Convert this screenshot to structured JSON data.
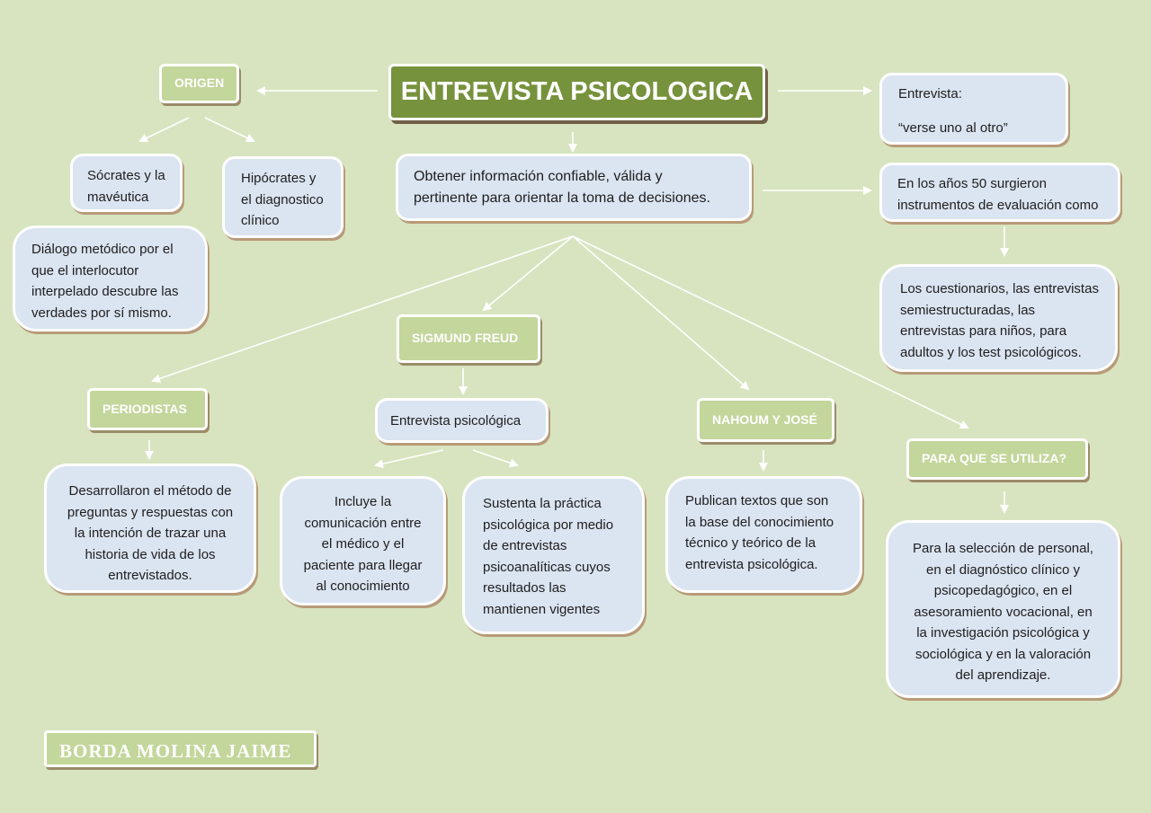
{
  "colors": {
    "background": "#d7e4bf",
    "title_fill": "#76923c",
    "label_fill": "#c3d69b",
    "content_fill": "#dbe4f1",
    "border": "#ffffff",
    "arrow": "#ffffff"
  },
  "title": "ENTREVISTA PSICOLOGICA",
  "origen": {
    "label": "ORIGEN",
    "socrates": "Sócrates y la\nmavéutica",
    "hipocrates": "Hipócrates y\nel diagnostico\nclínico",
    "dialogo": " Diálogo metódico por el\nque el interlocutor\ninterpelado descubre las\nverdades por sí mismo."
  },
  "entrevista_def": "Entrevista:\n\n“verse uno al otro”",
  "objetivo": "Obtener información confiable, válida y\npertinente para orientar la toma de decisiones.",
  "anios50": "En los años 50 surgieron\ninstrumentos de evaluación como",
  "instrumentos": "Los cuestionarios, las entrevistas\nsemiestructuradas, las\nentrevistas para niños, para\nadultos y los test psicológicos.",
  "periodistas": {
    "label": "PERIODISTAS",
    "text": "Desarrollaron el método de\npreguntas y respuestas con\nla intención de trazar una\nhistoria de vida de los\nentrevistados."
  },
  "freud": {
    "label": "SIGMUND FREUD",
    "sub": "Entrevista psicológica",
    "incluye": "Incluye la\ncomunicación entre\nel médico y el\npaciente para llegar\nal conocimiento",
    "sustenta": "Sustenta la práctica\npsicológica por medio\nde entrevistas\npsicoanalíticas cuyos\nresultados las\nmantienen vigentes"
  },
  "nahoum": {
    "label": "NAHOUM Y JOSÉ",
    "text": "Publican textos que son\nla base del conocimiento\ntécnico y teórico de la\nentrevista psicológica."
  },
  "para_que": {
    "label": "PARA QUE SE UTILIZA?",
    "text": "Para la selección de personal,\nen el diagnóstico clínico y\npsicopedagógico, en el\nasesoramiento vocacional, en\nla investigación psicológica y\nsociológica y en la valoración\ndel aprendizaje."
  },
  "author": "BORDA MOLINA JAIME"
}
